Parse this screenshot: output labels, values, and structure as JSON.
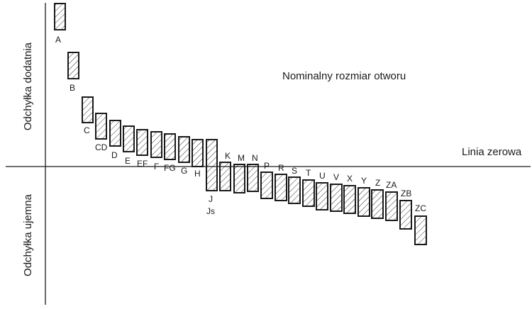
{
  "diagram": {
    "title": "Nominalny rozmiar otworu",
    "zero_line_label": "Linia zerowa",
    "positive_label": "Odchyłka dodatnia",
    "negative_label": "Odchyłka ujemna",
    "zones": [
      "A",
      "B",
      "C",
      "CD",
      "D",
      "E",
      "EF",
      "F",
      "FG",
      "G",
      "H",
      "J",
      "Js",
      "K",
      "M",
      "N",
      "P",
      "R",
      "S",
      "T",
      "U",
      "V",
      "X",
      "Y",
      "Z",
      "ZA",
      "ZB",
      "ZC"
    ]
  }
}
